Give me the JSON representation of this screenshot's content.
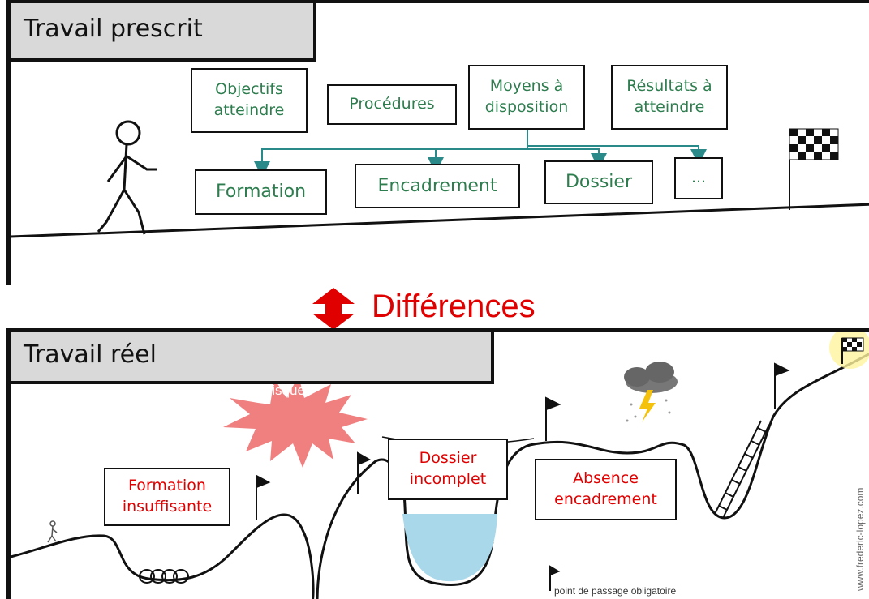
{
  "top": {
    "title": "Travail prescrit",
    "boxes": {
      "objectifs": "Objectifs atteindre",
      "procedures": "Procédures",
      "moyens": "Moyens à disposition",
      "resultats": "Résultats à atteindre",
      "formation": "Formation",
      "encadrement": "Encadrement",
      "dossier": "Dossier",
      "etc": "..."
    }
  },
  "middle": {
    "label": "Différences"
  },
  "bottom": {
    "title": "Travail réel",
    "risk": "Risques",
    "boxes": {
      "formation": "Formation insuffisante",
      "dossier": "Dossier incomplet",
      "encadrement": "Absence encadrement"
    },
    "legend": "point de passage obligatoire",
    "credit": "www.frederic-lopez.com"
  },
  "colors": {
    "green": "#2e7d4f",
    "teal_arrow": "#2a8a8a",
    "red": "#e00000",
    "water": "#a8d8ea"
  }
}
